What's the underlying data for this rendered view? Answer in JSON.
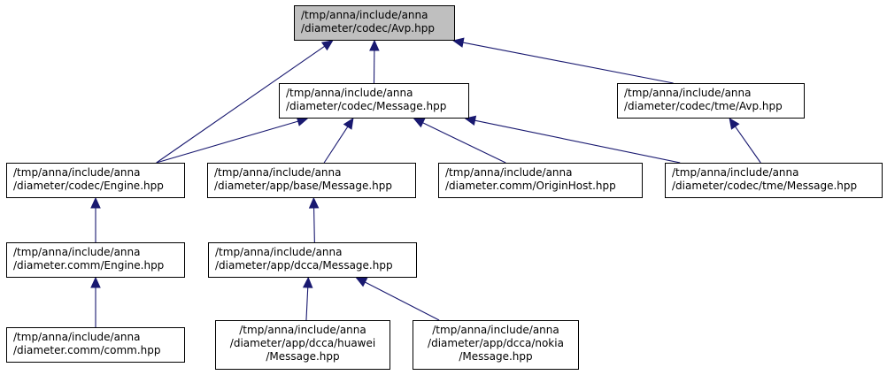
{
  "nodes": {
    "avp": {
      "lines": [
        "/tmp/anna/include/anna",
        "/diameter/codec/Avp.hpp"
      ]
    },
    "codec_message": {
      "lines": [
        "/tmp/anna/include/anna",
        "/diameter/codec/Message.hpp"
      ]
    },
    "tme_avp": {
      "lines": [
        "/tmp/anna/include/anna",
        "/diameter/codec/tme/Avp.hpp"
      ]
    },
    "codec_engine": {
      "lines": [
        "/tmp/anna/include/anna",
        "/diameter/codec/Engine.hpp"
      ]
    },
    "base_message": {
      "lines": [
        "/tmp/anna/include/anna",
        "/diameter/app/base/Message.hpp"
      ]
    },
    "originhost": {
      "lines": [
        "/tmp/anna/include/anna",
        "/diameter.comm/OriginHost.hpp"
      ]
    },
    "tme_message": {
      "lines": [
        "/tmp/anna/include/anna",
        "/diameter/codec/tme/Message.hpp"
      ]
    },
    "comm_engine": {
      "lines": [
        "/tmp/anna/include/anna",
        "/diameter.comm/Engine.hpp"
      ]
    },
    "dcca_message": {
      "lines": [
        "/tmp/anna/include/anna",
        "/diameter/app/dcca/Message.hpp"
      ]
    },
    "comm_comm": {
      "lines": [
        "/tmp/anna/include/anna",
        "/diameter.comm/comm.hpp"
      ]
    },
    "huawei_message": {
      "lines": [
        "/tmp/anna/include/anna",
        "/diameter/app/dcca/huawei",
        "/Message.hpp"
      ]
    },
    "nokia_message": {
      "lines": [
        "/tmp/anna/include/anna",
        "/diameter/app/dcca/nokia",
        "/Message.hpp"
      ]
    }
  },
  "edges": [
    [
      "codec_engine",
      "avp"
    ],
    [
      "codec_message",
      "avp"
    ],
    [
      "tme_avp",
      "avp"
    ],
    [
      "codec_engine",
      "codec_message"
    ],
    [
      "base_message",
      "codec_message"
    ],
    [
      "originhost",
      "codec_message"
    ],
    [
      "tme_message",
      "codec_message"
    ],
    [
      "tme_message",
      "tme_avp"
    ],
    [
      "comm_engine",
      "codec_engine"
    ],
    [
      "dcca_message",
      "base_message"
    ],
    [
      "comm_comm",
      "comm_engine"
    ],
    [
      "huawei_message",
      "dcca_message"
    ],
    [
      "nokia_message",
      "dcca_message"
    ]
  ],
  "colors": {
    "edge": "#191970",
    "root_fill": "#bfbfbf",
    "node_fill": "#ffffff",
    "border": "#000000"
  }
}
